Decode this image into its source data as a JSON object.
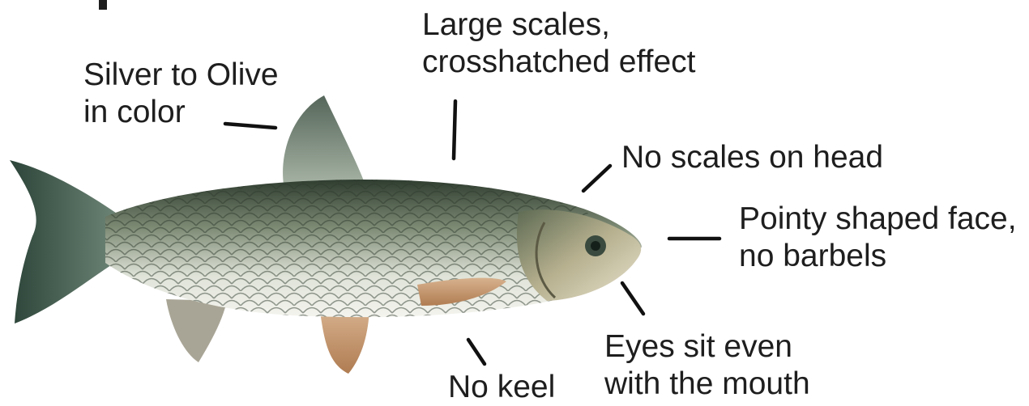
{
  "labels": {
    "color": [
      "Silver to Olive",
      "in color"
    ],
    "scales": [
      "Large scales,",
      "crosshatched effect"
    ],
    "head": "No scales on head",
    "face": [
      "Pointy shaped face,",
      "no barbels"
    ],
    "eyes": [
      "Eyes sit even",
      "with the mouth"
    ],
    "keel": "No keel"
  },
  "colors": {
    "body_light": "#e6ebe0",
    "body_dark": "#4c5c4a",
    "fins": "#c79a74",
    "tail": "#3f5a4e"
  }
}
